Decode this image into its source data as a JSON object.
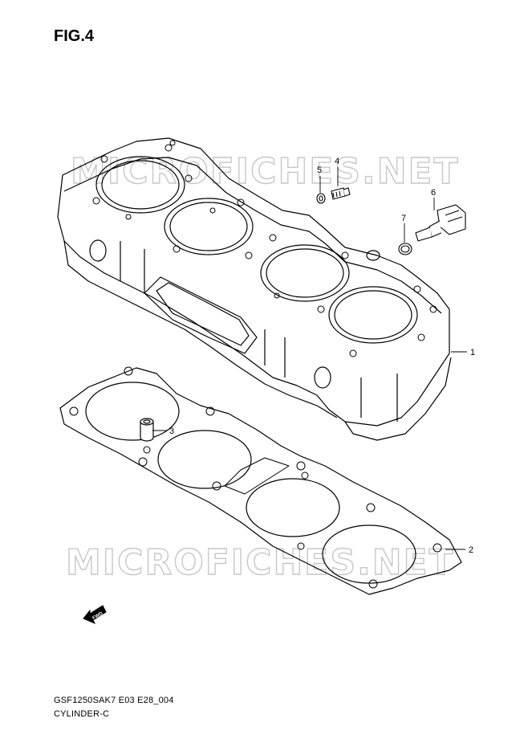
{
  "figure": {
    "title": "FIG.4",
    "drawing_code": "GSF1250SAK7 E03 E28_004",
    "drawing_name": "CYLINDER-C"
  },
  "watermark": {
    "text": "MICROFICHES.NET"
  },
  "callouts": [
    {
      "number": "1"
    },
    {
      "number": "2"
    },
    {
      "number": "3"
    },
    {
      "number": "4"
    },
    {
      "number": "5"
    },
    {
      "number": "6"
    },
    {
      "number": "7"
    }
  ],
  "fwd_label": "FWD"
}
